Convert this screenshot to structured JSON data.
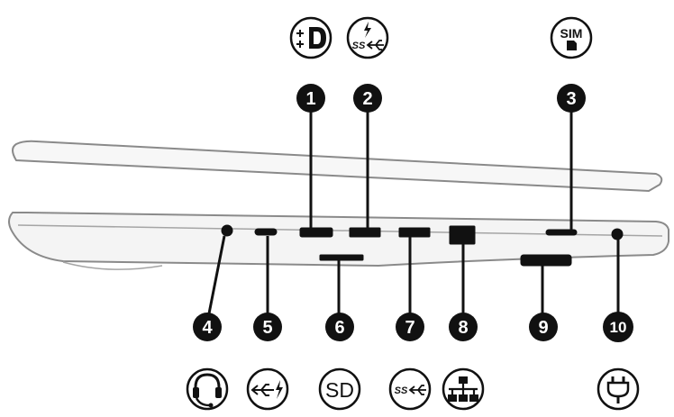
{
  "callouts": [
    {
      "number": "1",
      "icon": "displayport-icon"
    },
    {
      "number": "2",
      "icon": "usb-superspeed-charging-icon"
    },
    {
      "number": "3",
      "icon": "sim-card-icon"
    },
    {
      "number": "4",
      "icon": "headphone-headset-icon"
    },
    {
      "number": "5",
      "icon": "usb-type-c-charging-icon"
    },
    {
      "number": "6",
      "icon": "sd-card-icon",
      "label": "SD"
    },
    {
      "number": "7",
      "icon": "usb-superspeed-icon"
    },
    {
      "number": "8",
      "icon": "network-rj45-icon"
    },
    {
      "number": "9",
      "icon": "docking-connector-icon"
    },
    {
      "number": "10",
      "icon": "power-connector-icon"
    }
  ],
  "icon_text": {
    "sim": "SIM",
    "superspeed": "SS"
  },
  "colors": {
    "callout_fill": "#111111",
    "line": "#111111",
    "chassis_stroke": "#888888"
  }
}
